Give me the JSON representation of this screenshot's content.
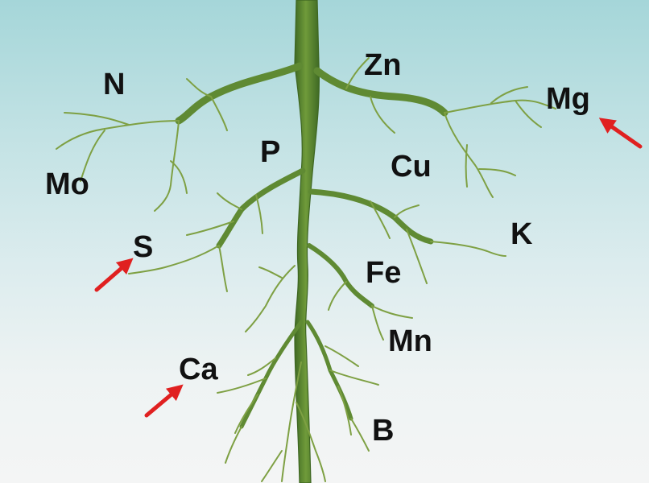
{
  "colors": {
    "root_dark": "#4f7a2c",
    "root_mid": "#7c9f3e",
    "root_light": "#a7bf5d",
    "arrow": "#e02020",
    "label": "#111111"
  },
  "labels": {
    "N": "N",
    "Zn": "Zn",
    "Mg": "Mg",
    "P": "P",
    "Cu": "Cu",
    "Mo": "Mo",
    "K": "K",
    "S": "S",
    "Fe": "Fe",
    "Mn": "Mn",
    "Ca": "Ca",
    "B": "B"
  },
  "arrows": {
    "Mg": "red-arrow",
    "S": "red-arrow",
    "Ca": "red-arrow"
  }
}
